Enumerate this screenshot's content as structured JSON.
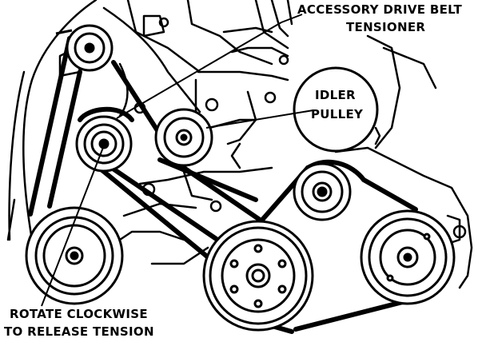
{
  "labels": {
    "tensioner_line1": "ACCESSORY DRIVE BELT",
    "tensioner_line2": "TENSIONER",
    "idler_line1": "IDLER",
    "idler_line2": "PULLEY",
    "rotate_line1": "ROTATE CLOCKWISE",
    "rotate_line2": "TO RELEASE TENSION"
  },
  "colors": {
    "ink": "#000000",
    "paper": "#ffffff"
  }
}
